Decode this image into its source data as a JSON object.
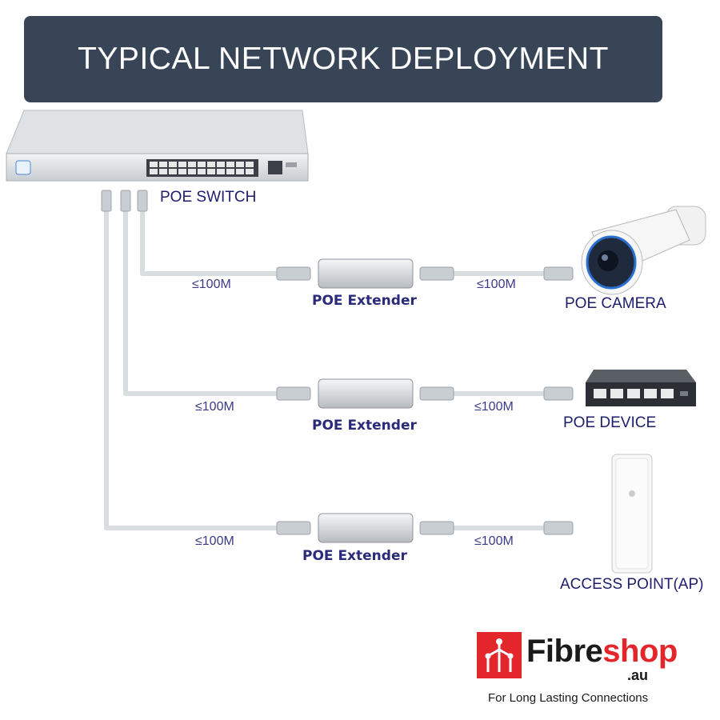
{
  "banner": {
    "title": "TYPICAL NETWORK DEPLOYMENT",
    "bg_color": "#374557"
  },
  "switch": {
    "label": "POE SWITCH"
  },
  "rows": [
    {
      "device_label": "POE CAMERA",
      "extender_label": "POE Extender",
      "distance_left": "≤100M",
      "distance_right": "≤100M"
    },
    {
      "device_label": "POE DEVICE",
      "extender_label": "POE Extender",
      "distance_left": "≤100M",
      "distance_right": "≤100M"
    },
    {
      "device_label": "ACCESS POINT(AP)",
      "extender_label": "POE Extender",
      "distance_left": "≤100M",
      "distance_right": "≤100M"
    }
  ],
  "logo": {
    "brand_fibre": "Fibre",
    "brand_shop": "shop",
    "brand_au": ".au",
    "tagline": "For Long Lasting Connections",
    "accent_color": "#e3262b"
  },
  "colors": {
    "label_text": "#1d1d6e",
    "cable": "#d8dde0"
  }
}
